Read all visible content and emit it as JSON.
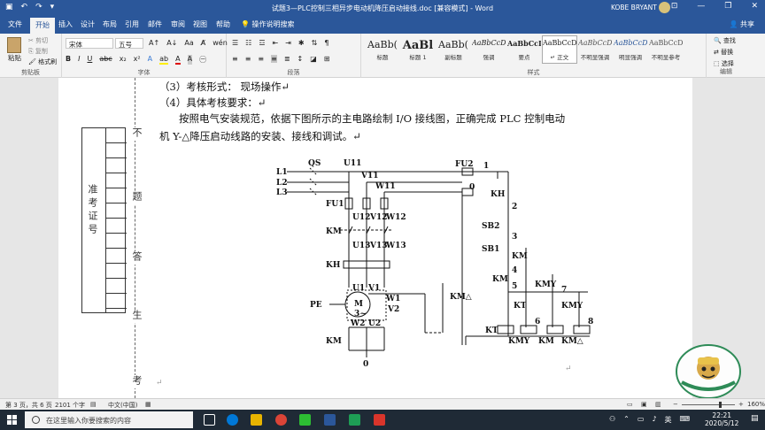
{
  "titlebar": {
    "doc_title": "试题3—PLC控制三相异步电动机降压启动接线.doc [兼容模式] - Word",
    "user": "KOBE BRYANT",
    "quick_access": [
      "save-icon",
      "undo-icon",
      "redo-icon",
      "customize-icon"
    ],
    "window_buttons": [
      "ribbon-display-icon",
      "minimize-icon",
      "maximize-icon",
      "close-icon"
    ]
  },
  "tabs": {
    "items": [
      "文件",
      "开始",
      "插入",
      "设计",
      "布局",
      "引用",
      "邮件",
      "审阅",
      "视图",
      "帮助"
    ],
    "active": "开始",
    "tell_me": "操作说明搜索",
    "share": "共享"
  },
  "ribbon": {
    "clipboard": {
      "paste": "粘贴",
      "cut": "剪切",
      "copy": "复制",
      "format_painter": "格式刷",
      "label": "剪贴板"
    },
    "font": {
      "font_name": "宋体",
      "font_size": "五号",
      "label": "字体",
      "buttons": [
        "B",
        "I",
        "U",
        "abc",
        "x₂",
        "x²",
        "A"
      ]
    },
    "paragraph": {
      "label": "段落"
    },
    "styles": {
      "label": "样式",
      "items": [
        {
          "sample": "AaBb(",
          "name": "标题"
        },
        {
          "sample": "AaBl",
          "name": "标题 1"
        },
        {
          "sample": "AaBb(",
          "name": "副标题"
        },
        {
          "sample": "AaBbCcD",
          "name": "强调"
        },
        {
          "sample": "AaBbCcD",
          "name": "要点"
        },
        {
          "sample": "AaBbCcD",
          "name": "↵ 正文"
        },
        {
          "sample": "AaBbCcD",
          "name": "不明显强调"
        },
        {
          "sample": "AaBbCcD",
          "name": "明显强调"
        },
        {
          "sample": "AaBbCcD",
          "name": "不明显参考"
        }
      ],
      "selected_index": 5
    },
    "editing": {
      "find": "查找",
      "replace": "替换",
      "select": "选择",
      "label": "编辑"
    }
  },
  "document": {
    "line1": "（3）考核形式：  现场操作↵",
    "line2": "（4）具体考核要求：↵",
    "line3": "按照电气安装规范，依据下图所示的主电路绘制 I/O 接线图，正确完成 PLC 控制电动",
    "line4": "机 Y-△降压启动线路的安装、接线和调试。↵",
    "binding_left": "准考证号",
    "binding_right_top": "不",
    "binding_right_mid": "题",
    "binding_right_low": "答",
    "binding_right_bottom": "生",
    "binding_right_end": "考",
    "end_mark": "↵"
  },
  "diagram": {
    "labels": [
      "L1",
      "L2",
      "L3",
      "QS",
      "U11",
      "V11",
      "W11",
      "FU1",
      "U12",
      "V12",
      "W12",
      "KM",
      "U13",
      "V13",
      "W13",
      "KH",
      "U1",
      "V1",
      "M",
      "3~",
      "W1",
      "V2",
      "PE",
      "W2",
      "U2",
      "KM",
      "0",
      "KM△",
      "FU2",
      "1",
      "0",
      "KH",
      "2",
      "SB2",
      "3",
      "SB1",
      "KM",
      "4",
      "KM",
      "5",
      "KMY",
      "7",
      "KT",
      "KMY",
      "6",
      "8",
      "KT",
      "KMY",
      "KM",
      "KM△"
    ]
  },
  "statusbar": {
    "page": "第 3 页，共 6 页",
    "words": "2101 个字",
    "language": "中文(中国)",
    "zoom": "160%"
  },
  "taskbar": {
    "search_placeholder": "在这里输入你要搜索的内容",
    "time": "22:21",
    "date": "2020/5/12",
    "tray_icons": [
      "people-icon",
      "network-icon",
      "volume-icon",
      "keyboard-icon",
      "ime-icon",
      "notification-icon"
    ],
    "ime": "英"
  },
  "colors": {
    "word_blue": "#2b579a",
    "taskbar": "#1f2a36",
    "ribbon": "#f3f3f3"
  }
}
